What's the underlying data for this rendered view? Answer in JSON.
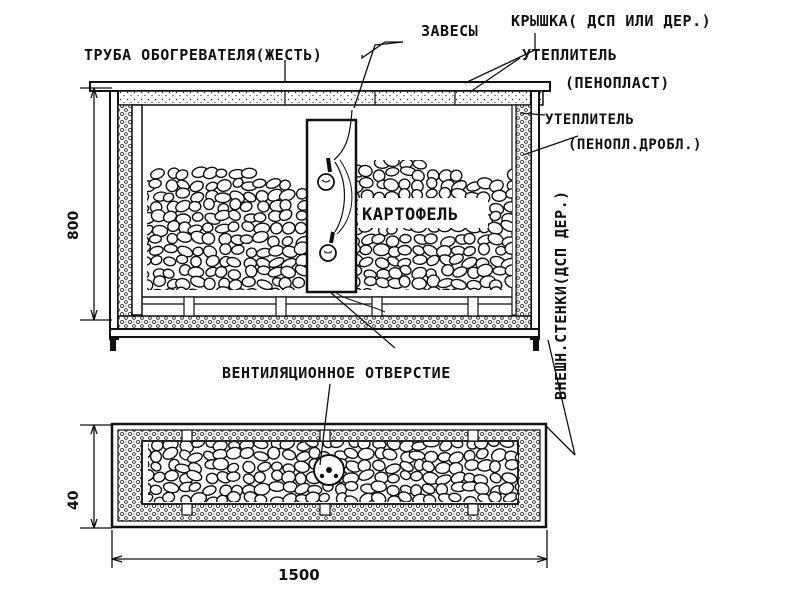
{
  "labels": {
    "heater_pipe": "ТРУБА ОБОГРЕВАТЕЛЯ(ЖЕСТЬ)",
    "hinges": "ЗАВЕСЫ",
    "lid": "КРЫШКА( ДСП ИЛИ ДЕР.)",
    "insulation_1_a": "УТЕПЛИТЕЛЬ",
    "insulation_1_b": "(ПЕНОПЛАСТ)",
    "insulation_2_a": "УТЕПЛИТЕЛЬ",
    "insulation_2_b": "(ПЕНОПЛ.ДРОБЛ.)",
    "potatoes": "КАРТОФЕЛЬ",
    "vent": "ВЕНТИЛЯЦИОННОЕ ОТВЕРСТИЕ",
    "outer_walls": "ВНЕШН.СТЕНКИ(ДСП ДЕР.)"
  },
  "dimensions": {
    "height": "800",
    "depth": "40",
    "length": "1500"
  }
}
